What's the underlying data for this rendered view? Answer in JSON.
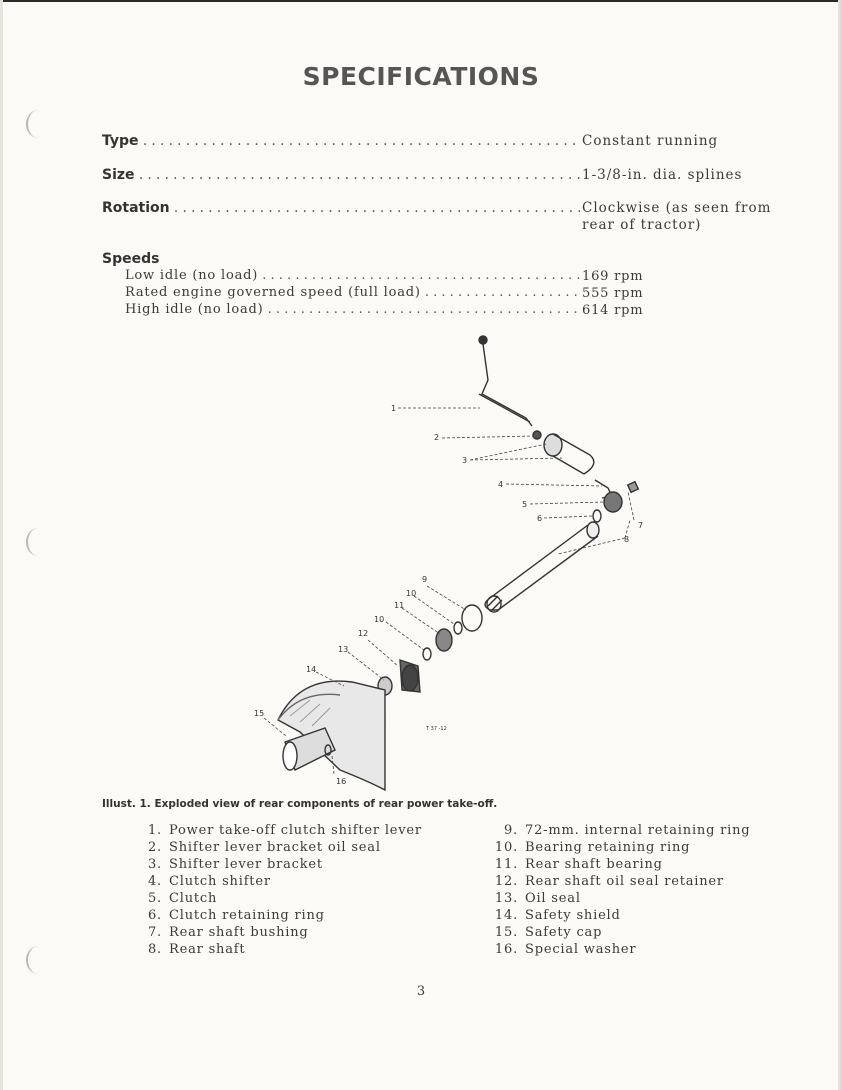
{
  "title": "SPECIFICATIONS",
  "specs": [
    {
      "label": "Type",
      "value": "Constant running"
    },
    {
      "label": "Size",
      "value": "1-3/8-in. dia. splines"
    },
    {
      "label": "Rotation",
      "value": "Clockwise (as seen from rear of tractor)"
    }
  ],
  "speeds": {
    "heading": "Speeds",
    "rows": [
      {
        "label": "Low idle (no load)",
        "value": "169 rpm"
      },
      {
        "label": "Rated engine governed speed (full load)",
        "value": "555 rpm"
      },
      {
        "label": "High idle (no load)",
        "value": "614 rpm"
      }
    ]
  },
  "diagram": {
    "callouts": [
      "1",
      "2",
      "3",
      "4",
      "5",
      "6",
      "7",
      "8",
      "9",
      "10",
      "11",
      "10",
      "12",
      "13",
      "14",
      "15",
      "16"
    ],
    "figure_code": "T 37 -12"
  },
  "caption": {
    "number": "Illust. 1.",
    "text": "Exploded view of rear components of rear power take-off."
  },
  "parts_left": [
    {
      "num": "1.",
      "name": "Power take-off clutch shifter lever"
    },
    {
      "num": "2.",
      "name": "Shifter lever bracket oil seal"
    },
    {
      "num": "3.",
      "name": "Shifter lever bracket"
    },
    {
      "num": "4.",
      "name": "Clutch shifter"
    },
    {
      "num": "5.",
      "name": "Clutch"
    },
    {
      "num": "6.",
      "name": "Clutch retaining ring"
    },
    {
      "num": "7.",
      "name": "Rear shaft bushing"
    },
    {
      "num": "8.",
      "name": "Rear shaft"
    }
  ],
  "parts_right": [
    {
      "num": "9.",
      "name": "72-mm. internal retaining ring"
    },
    {
      "num": "10.",
      "name": "Bearing retaining ring"
    },
    {
      "num": "11.",
      "name": "Rear shaft bearing"
    },
    {
      "num": "12.",
      "name": "Rear shaft oil seal retainer"
    },
    {
      "num": "13.",
      "name": "Oil seal"
    },
    {
      "num": "14.",
      "name": "Safety shield"
    },
    {
      "num": "15.",
      "name": "Safety cap"
    },
    {
      "num": "16.",
      "name": "Special washer"
    }
  ],
  "page_number": "3"
}
